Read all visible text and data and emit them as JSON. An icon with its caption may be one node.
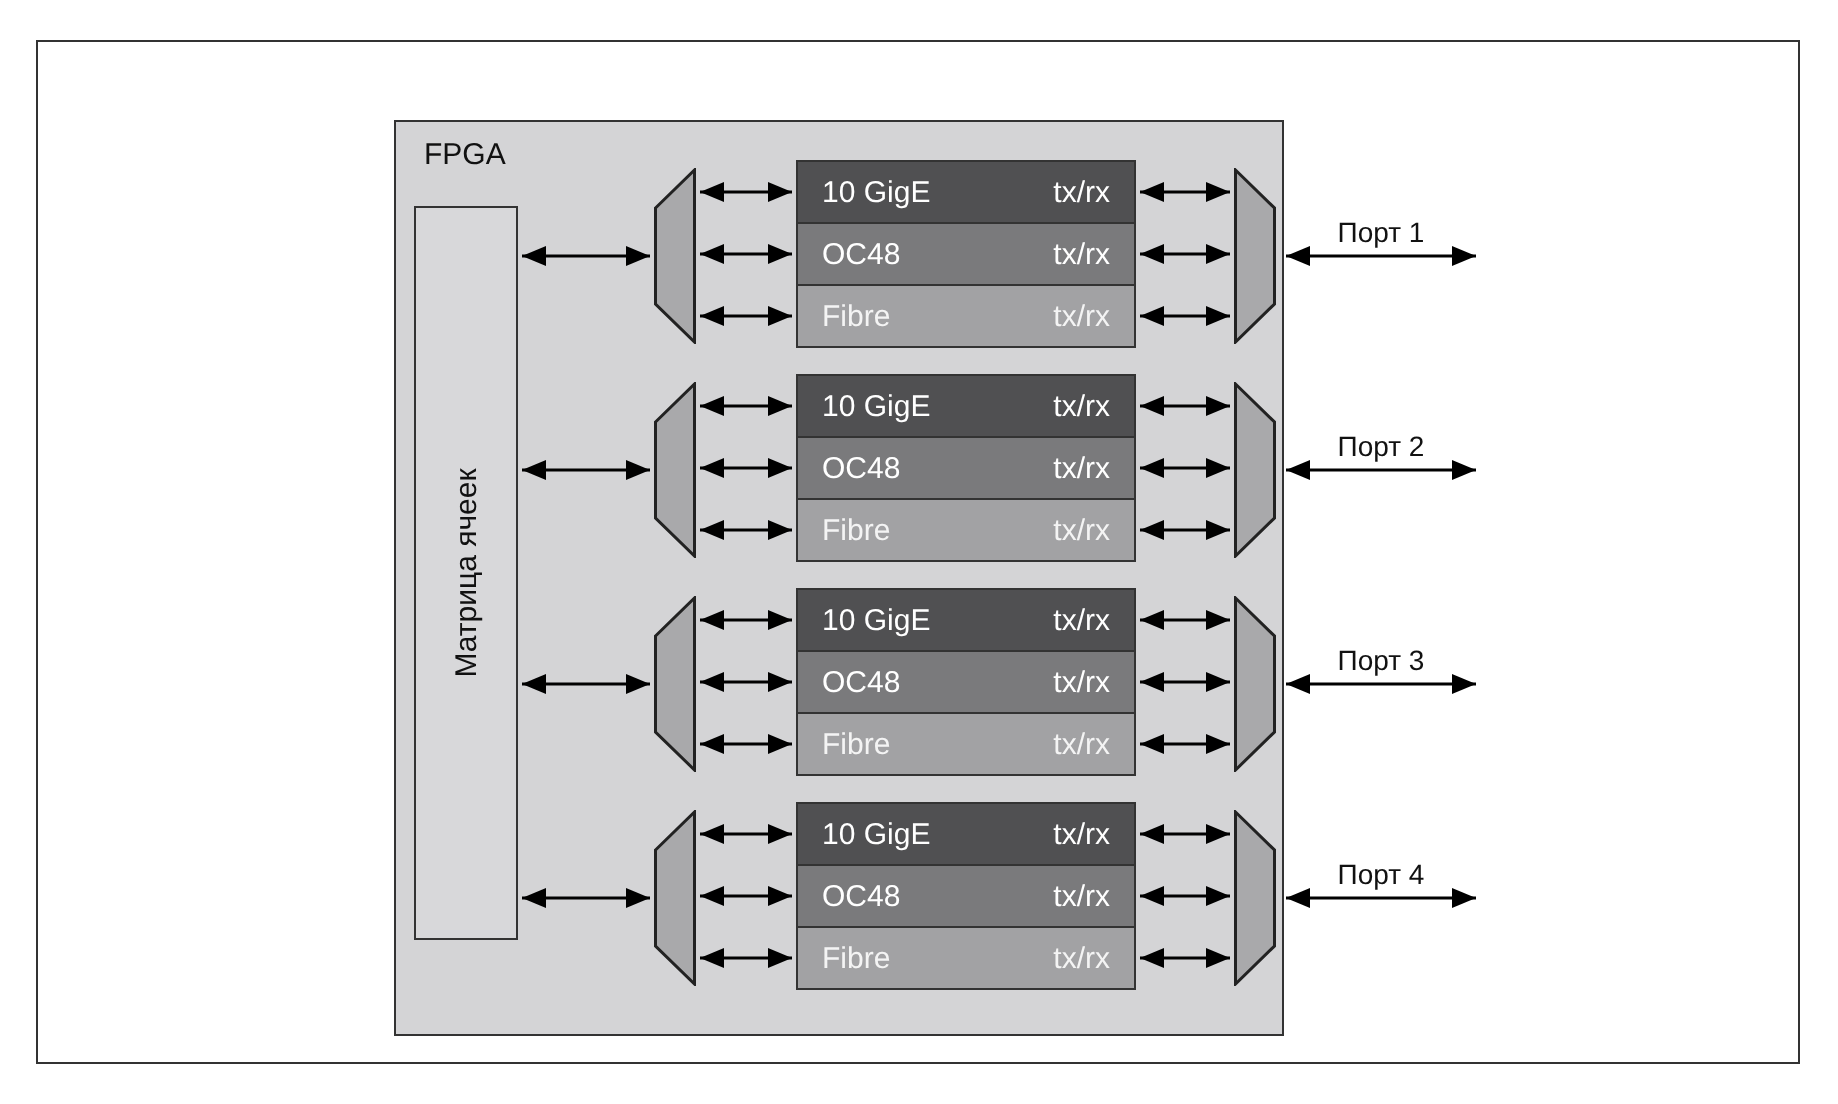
{
  "diagram": {
    "nodes": [
      {
        "text": [
          "FPGA"
        ]
      },
      {
        "text": [
          "Матрица ячеек"
        ],
        "in": 0
      },
      {
        "text": [],
        "shape": "trapezoid",
        "in": 0
      },
      {
        "text": [
          "10 GigE",
          "tx/rx"
        ],
        "in": 0
      },
      {
        "text": [
          "OC48",
          "tx/rx"
        ],
        "in": 0
      },
      {
        "text": [
          "Fibre",
          "tx/rx"
        ],
        "in": 0
      },
      {
        "text": [],
        "shape": "trapezoid",
        "in": 0
      },
      {
        "text": [],
        "shape": "trapezoid",
        "in": 0
      },
      {
        "text": [
          "10 GigE",
          "tx/rx"
        ],
        "in": 0
      },
      {
        "text": [
          "OC48",
          "tx/rx"
        ],
        "in": 0
      },
      {
        "text": [
          "Fibre",
          "tx/rx"
        ],
        "in": 0
      },
      {
        "text": [],
        "shape": "trapezoid",
        "in": 0
      },
      {
        "text": [],
        "shape": "trapezoid",
        "in": 0
      },
      {
        "text": [
          "10 GigE",
          "tx/rx"
        ],
        "in": 0
      },
      {
        "text": [
          "OC48",
          "tx/rx"
        ],
        "in": 0
      },
      {
        "text": [
          "Fibre",
          "tx/rx"
        ],
        "in": 0
      },
      {
        "text": [],
        "shape": "trapezoid",
        "in": 0
      },
      {
        "text": [],
        "shape": "trapezoid",
        "in": 0
      },
      {
        "text": [
          "10 GigE",
          "tx/rx"
        ],
        "in": 0
      },
      {
        "text": [
          "OC48",
          "tx/rx"
        ],
        "in": 0
      },
      {
        "text": [
          "Fibre",
          "tx/rx"
        ],
        "in": 0
      },
      {
        "text": [],
        "shape": "trapezoid",
        "in": 0
      }
    ],
    "edges": [
      {
        "from": 1,
        "to": 2,
        "arrow": "both"
      },
      {
        "from": 2,
        "to": 3,
        "arrow": "both"
      },
      {
        "from": 2,
        "to": 4,
        "arrow": "both"
      },
      {
        "from": 2,
        "to": 5,
        "arrow": "both"
      },
      {
        "from": 3,
        "to": 6,
        "arrow": "both"
      },
      {
        "from": 4,
        "to": 6,
        "arrow": "both"
      },
      {
        "from": 5,
        "to": 6,
        "arrow": "both"
      },
      {
        "from": 6,
        "to": null,
        "arrow": "both",
        "label": "Порт 1"
      },
      {
        "from": 1,
        "to": 7,
        "arrow": "both"
      },
      {
        "from": 7,
        "to": 8,
        "arrow": "both"
      },
      {
        "from": 7,
        "to": 9,
        "arrow": "both"
      },
      {
        "from": 7,
        "to": 10,
        "arrow": "both"
      },
      {
        "from": 8,
        "to": 11,
        "arrow": "both"
      },
      {
        "from": 9,
        "to": 11,
        "arrow": "both"
      },
      {
        "from": 10,
        "to": 11,
        "arrow": "both"
      },
      {
        "from": 11,
        "to": null,
        "arrow": "both",
        "label": "Порт 2"
      },
      {
        "from": 1,
        "to": 12,
        "arrow": "both"
      },
      {
        "from": 12,
        "to": 13,
        "arrow": "both"
      },
      {
        "from": 12,
        "to": 14,
        "arrow": "both"
      },
      {
        "from": 12,
        "to": 15,
        "arrow": "both"
      },
      {
        "from": 13,
        "to": 16,
        "arrow": "both"
      },
      {
        "from": 14,
        "to": 16,
        "arrow": "both"
      },
      {
        "from": 15,
        "to": 16,
        "arrow": "both"
      },
      {
        "from": 16,
        "to": null,
        "arrow": "both",
        "label": "Порт 3"
      },
      {
        "from": 1,
        "to": 17,
        "arrow": "both"
      },
      {
        "from": 17,
        "to": 18,
        "arrow": "both"
      },
      {
        "from": 17,
        "to": 19,
        "arrow": "both"
      },
      {
        "from": 17,
        "to": 20,
        "arrow": "both"
      },
      {
        "from": 18,
        "to": 21,
        "arrow": "both"
      },
      {
        "from": 19,
        "to": 21,
        "arrow": "both"
      },
      {
        "from": 20,
        "to": 21,
        "arrow": "both"
      },
      {
        "from": 21,
        "to": null,
        "arrow": "both",
        "label": "Порт 4"
      }
    ]
  }
}
